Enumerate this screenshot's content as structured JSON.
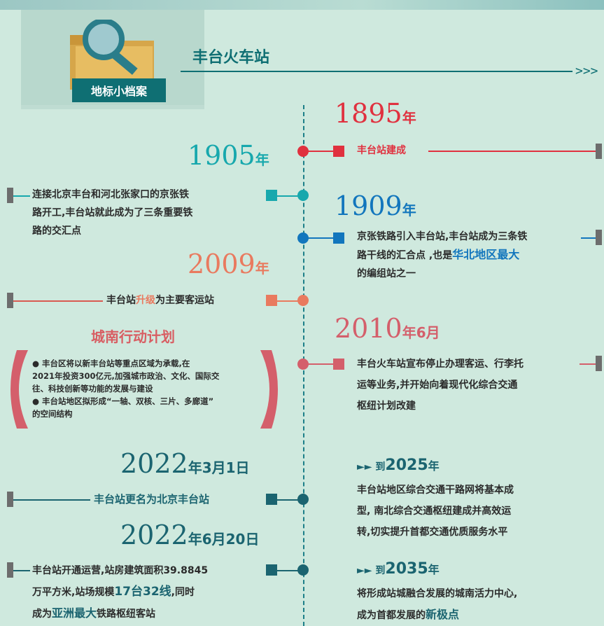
{
  "header": {
    "badge": "地标小档案",
    "title": "丰台火车站",
    "arrow": ">>>"
  },
  "events": {
    "e1895": {
      "year": "1895",
      "unit": "年",
      "text": "丰台站建成"
    },
    "e1905": {
      "year": "1905",
      "unit": "年",
      "line1": "连接北京丰台和河北张家口的京张铁",
      "line2": "路开工,丰台站就此成为了三条重要铁",
      "line3": "路的交汇点"
    },
    "e1909": {
      "year": "1909",
      "unit": "年",
      "line1": "京张铁路引入丰台站,丰台站成为三条铁",
      "line2a": "路干线的汇合点 ,也是",
      "line2b": "华北地区最大",
      "line3": "的编组站之一"
    },
    "e2009": {
      "year": "2009",
      "unit": "年",
      "pre": "丰台站",
      "hl": "升级",
      "post": "为主要客运站"
    },
    "e2010": {
      "year": "2010",
      "unit": "年6月",
      "line1": "丰台火车站宣布停止办理客运、行李托",
      "line2": "运等业务,并开始向着现代化综合交通",
      "line3": "枢纽计划改建"
    },
    "e2022a": {
      "year": "2022",
      "unit": "年3月1日",
      "text": "丰台站更名为北京丰台站"
    },
    "e2022b": {
      "year": "2022",
      "unit": "年6月20日",
      "line1": "丰台站开通运营,站房建筑面积39.8845",
      "line2a": "万平方米,站场规模",
      "line2b": "17台32线",
      "line2c": ",同时",
      "line3a": "成为",
      "line3b": "亚洲最大",
      "line3c": "铁路枢纽客站"
    }
  },
  "plan": {
    "title": "城南行动计划",
    "l1": "● 丰台区将以新丰台站等重点区域为承载,在",
    "l2": "2021年投资300亿元,加强城市政治、文化、国际交",
    "l3": "往、科技创新等功能的发展与建设",
    "l4": "● 丰台站地区拟形成“一轴、双核、三片、多廊道”",
    "l5": "的空间结构"
  },
  "future": {
    "f2025": {
      "arrow": "►►",
      "pre": "到",
      "year": "2025",
      "unit": "年",
      "line1": "丰台站地区综合交通干路网将基本成",
      "line2": "型, 南北综合交通枢纽建成并高效运",
      "line3": "转,切实提升首都交通优质服务水平"
    },
    "f2035": {
      "arrow": "►►",
      "pre": "到",
      "year": "2035",
      "unit": "年",
      "line1": "将形成站城融合发展的城南活力中心,",
      "line2a": "成为首都发展的",
      "line2b": "新极点"
    }
  },
  "colors": {
    "teal_dark": "#0f6f73",
    "red": "#e0313f",
    "teal": "#17a8ad",
    "blue": "#1276bd",
    "orange": "#e97a5f",
    "rose": "#d45f6b",
    "dark": "#1b6470",
    "grey": "#6d6d6d",
    "bg": "#cfe9de"
  },
  "icons": {
    "badge": "magnifier-folder-icon"
  }
}
